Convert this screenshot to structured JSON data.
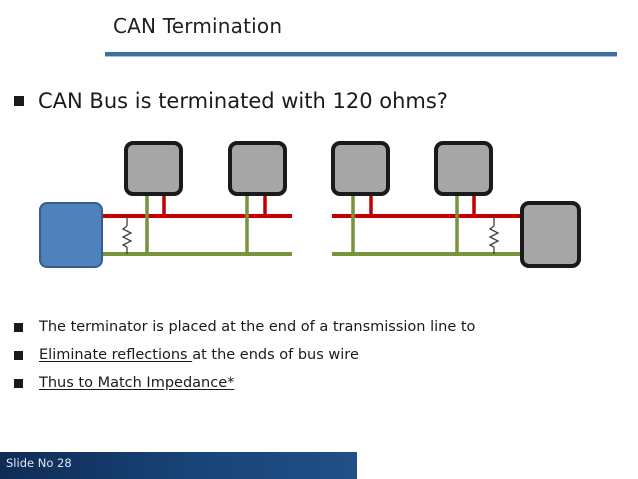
{
  "slide": {
    "title": "CAN Termination",
    "main_bullet": "CAN Bus is terminated with 120 ohms?",
    "bullets": [
      {
        "text": "The terminator is placed at the end of a transmission line to",
        "underline_part": ""
      },
      {
        "underline_part": "Eliminate reflections ",
        "text": "at the ends of bus wire"
      },
      {
        "underline_part": "Thus to Match Impedance*",
        "text": ""
      }
    ],
    "footer_label": "Slide No 28"
  },
  "colors": {
    "accent": "#3f6fa0",
    "can_high": "#c00000",
    "can_low": "#77933c",
    "node_fill": "#a6a6a6",
    "host_fill": "#4f81bd",
    "footer": "#184479"
  }
}
